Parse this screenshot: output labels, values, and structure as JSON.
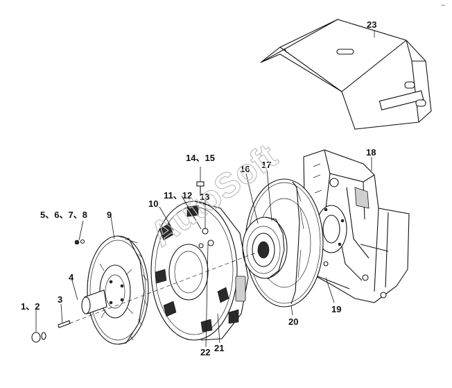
{
  "watermark": "AutoSoft",
  "corner_mark": "--",
  "callouts": {
    "c1_2": "1、2",
    "c3": "3",
    "c4": "4",
    "c5_8": "5、6、7、8",
    "c9": "9",
    "c10": "10",
    "c11_12": "11、12",
    "c13": "13",
    "c14_15": "14、15",
    "c16": "16",
    "c17": "17",
    "c18": "18",
    "c19": "19",
    "c20": "20",
    "c21": "21",
    "c22": "22",
    "c23": "23"
  }
}
